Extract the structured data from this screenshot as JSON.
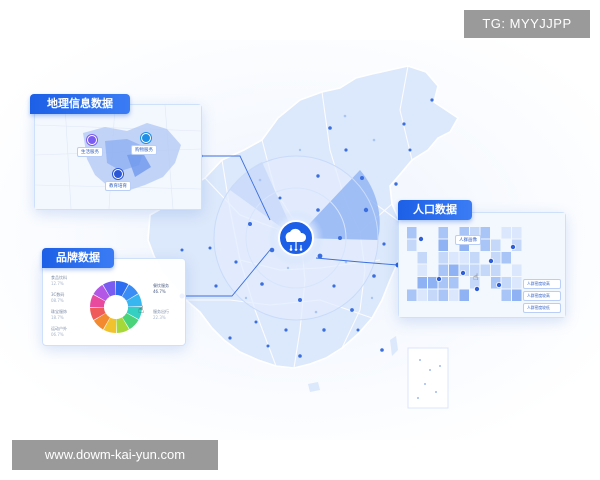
{
  "watermark_top": "TG: MYYJJPP",
  "watermark_bottom": "www.dowm-kai-yun.com",
  "panels": {
    "geo": {
      "title": "地理信息数据",
      "labels": [
        "生活服务",
        "购物服务",
        "教育培育"
      ]
    },
    "population": {
      "title": "人口数据",
      "tooltip": "人群画像",
      "legend": [
        "人群密度较高",
        "人群密度较高",
        "人群密度较低"
      ]
    },
    "brand": {
      "title": "品牌数据",
      "labels_left": [
        {
          "name": "食品饮料",
          "value": "12.7%"
        },
        {
          "name": "3C数码",
          "value": "08.7%"
        },
        {
          "name": "珠宝服饰",
          "value": "18.7%"
        },
        {
          "name": "运动户外",
          "value": "06.7%"
        }
      ],
      "labels_right": [
        {
          "name": "餐饮服务",
          "value": "46.7%"
        },
        {
          "name": "服务出行",
          "value": "22.3%"
        }
      ]
    }
  },
  "colors": {
    "primary": "#1d5fe6",
    "map_fill": "#dce8fb",
    "map_border": "#ffffff",
    "sector": "#9fc0f5"
  },
  "icons": {
    "center": "cloud-network-icon",
    "pins": "map-pin-icon",
    "person": "person-icon",
    "cursor": "hand-cursor-icon"
  }
}
